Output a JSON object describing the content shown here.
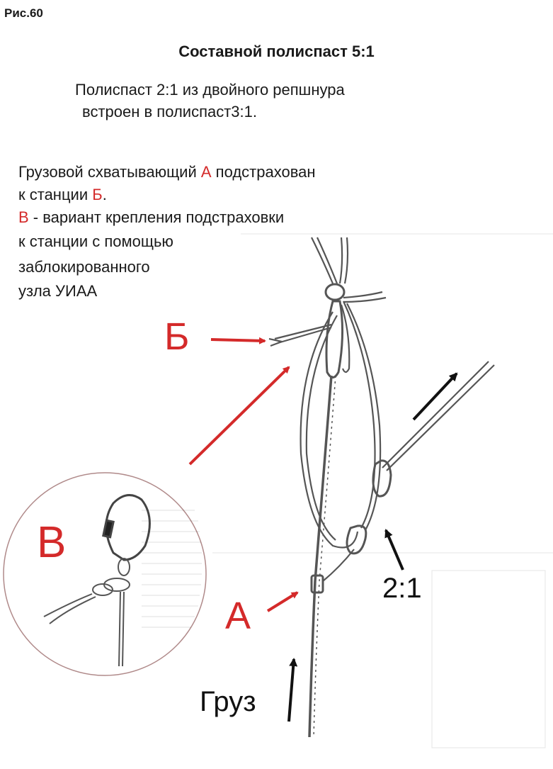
{
  "figure_label": "Рис.60",
  "title": "Составной полиспаст 5:1",
  "subtitle_line1": "Полиспаст 2:1 из двойного репшнура",
  "subtitle_line2": "встроен в полиспаст3:1.",
  "description": {
    "line1_pre": "Грузовой схватывающий ",
    "line1_mark": "А",
    "line1_post": " подстрахован",
    "line2_pre": "к станции ",
    "line2_mark": "Б",
    "line2_post": ".",
    "line3_mark": "В",
    "line3_post": " - вариант крепления подстраховки",
    "line4": "к станции с помощью",
    "line5": "заблокированного",
    "line6": "узла УИАА"
  },
  "diagram_labels": {
    "b": "Б",
    "a": "А",
    "v": "В",
    "ratio": "2:1",
    "load": "Груз"
  },
  "colors": {
    "accent_red": "#d42a2a",
    "ink": "#1a1a1a",
    "rope": "#555555"
  }
}
